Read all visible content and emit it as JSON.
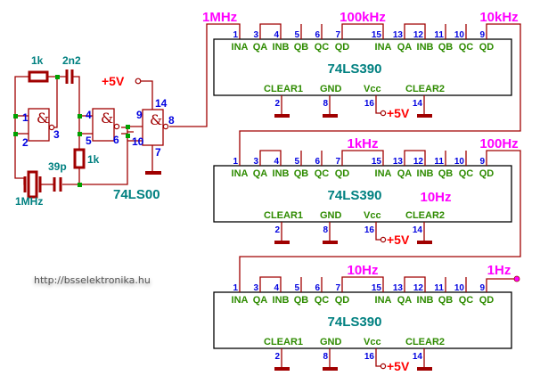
{
  "diagram": {
    "title": "1MHz crystal oscillator with 74LS390 decade divider chain",
    "watermark": "http://bsselektronika.hu",
    "colors": {
      "wire": "#a00000",
      "node": "#00a000",
      "pin_number": "#0000e0",
      "pin_label": "#2e8b00",
      "chip_name": "#008080",
      "frequency": "#ff00ff",
      "supply": "#ff0000"
    },
    "oscillator": {
      "chip_name": "74LS00",
      "supply_label": "+5V",
      "gate_symbol": "&",
      "gates": [
        {
          "inputs": [
            "1",
            "2"
          ],
          "output": "3"
        },
        {
          "inputs": [
            "4",
            "5"
          ],
          "output": "6"
        },
        {
          "inputs": [
            "9",
            "10"
          ],
          "output": "8",
          "vcc_pin": "14",
          "gnd_pin": "7"
        }
      ],
      "components": {
        "r1": "1k",
        "c1": "2n2",
        "r2": "1k",
        "c2": "39p",
        "crystal": "1MHz"
      }
    },
    "counters": [
      {
        "chip_name": "74LS390",
        "top_pins": [
          {
            "num": "1",
            "label": "INA"
          },
          {
            "num": "3",
            "label": "QA"
          },
          {
            "num": "4",
            "label": "INB"
          },
          {
            "num": "5",
            "label": "QB"
          },
          {
            "num": "6",
            "label": "QC"
          },
          {
            "num": "7",
            "label": "QD"
          },
          {
            "num": "15",
            "label": "INA"
          },
          {
            "num": "13",
            "label": "QA"
          },
          {
            "num": "12",
            "label": "INB"
          },
          {
            "num": "11",
            "label": "QB"
          },
          {
            "num": "10",
            "label": "QC"
          },
          {
            "num": "9",
            "label": "QD"
          }
        ],
        "bottom_pins": [
          {
            "num": "2",
            "label": "CLEAR1"
          },
          {
            "num": "8",
            "label": "GND"
          },
          {
            "num": "16",
            "label": "Vcc"
          },
          {
            "num": "14",
            "label": "CLEAR2"
          }
        ],
        "supply_label": "+5V",
        "freq_in": "1MHz",
        "freq_mid": "100kHz",
        "freq_out": "10kHz",
        "freq_inside": ""
      },
      {
        "chip_name": "74LS390",
        "top_pins": [
          {
            "num": "1",
            "label": "INA"
          },
          {
            "num": "3",
            "label": "QA"
          },
          {
            "num": "4",
            "label": "INB"
          },
          {
            "num": "5",
            "label": "QB"
          },
          {
            "num": "6",
            "label": "QC"
          },
          {
            "num": "7",
            "label": "QD"
          },
          {
            "num": "15",
            "label": "INA"
          },
          {
            "num": "13",
            "label": "QA"
          },
          {
            "num": "12",
            "label": "INB"
          },
          {
            "num": "11",
            "label": "QB"
          },
          {
            "num": "10",
            "label": "QC"
          },
          {
            "num": "9",
            "label": "QD"
          }
        ],
        "bottom_pins": [
          {
            "num": "2",
            "label": "CLEAR1"
          },
          {
            "num": "8",
            "label": "GND"
          },
          {
            "num": "16",
            "label": "Vcc"
          },
          {
            "num": "14",
            "label": "CLEAR2"
          }
        ],
        "supply_label": "+5V",
        "freq_in": "",
        "freq_mid": "1kHz",
        "freq_out": "100Hz",
        "freq_inside": "10Hz"
      },
      {
        "chip_name": "74LS390",
        "top_pins": [
          {
            "num": "1",
            "label": "INA"
          },
          {
            "num": "3",
            "label": "QA"
          },
          {
            "num": "4",
            "label": "INB"
          },
          {
            "num": "5",
            "label": "QB"
          },
          {
            "num": "6",
            "label": "QC"
          },
          {
            "num": "7",
            "label": "QD"
          },
          {
            "num": "15",
            "label": "INA"
          },
          {
            "num": "13",
            "label": "QA"
          },
          {
            "num": "12",
            "label": "INB"
          },
          {
            "num": "11",
            "label": "QB"
          },
          {
            "num": "10",
            "label": "QC"
          },
          {
            "num": "9",
            "label": "QD"
          }
        ],
        "bottom_pins": [
          {
            "num": "2",
            "label": "CLEAR1"
          },
          {
            "num": "8",
            "label": "GND"
          },
          {
            "num": "16",
            "label": "Vcc"
          },
          {
            "num": "14",
            "label": "CLEAR2"
          }
        ],
        "supply_label": "+5V",
        "freq_in": "",
        "freq_mid": "10Hz",
        "freq_out": "1Hz",
        "freq_inside": ""
      }
    ]
  }
}
